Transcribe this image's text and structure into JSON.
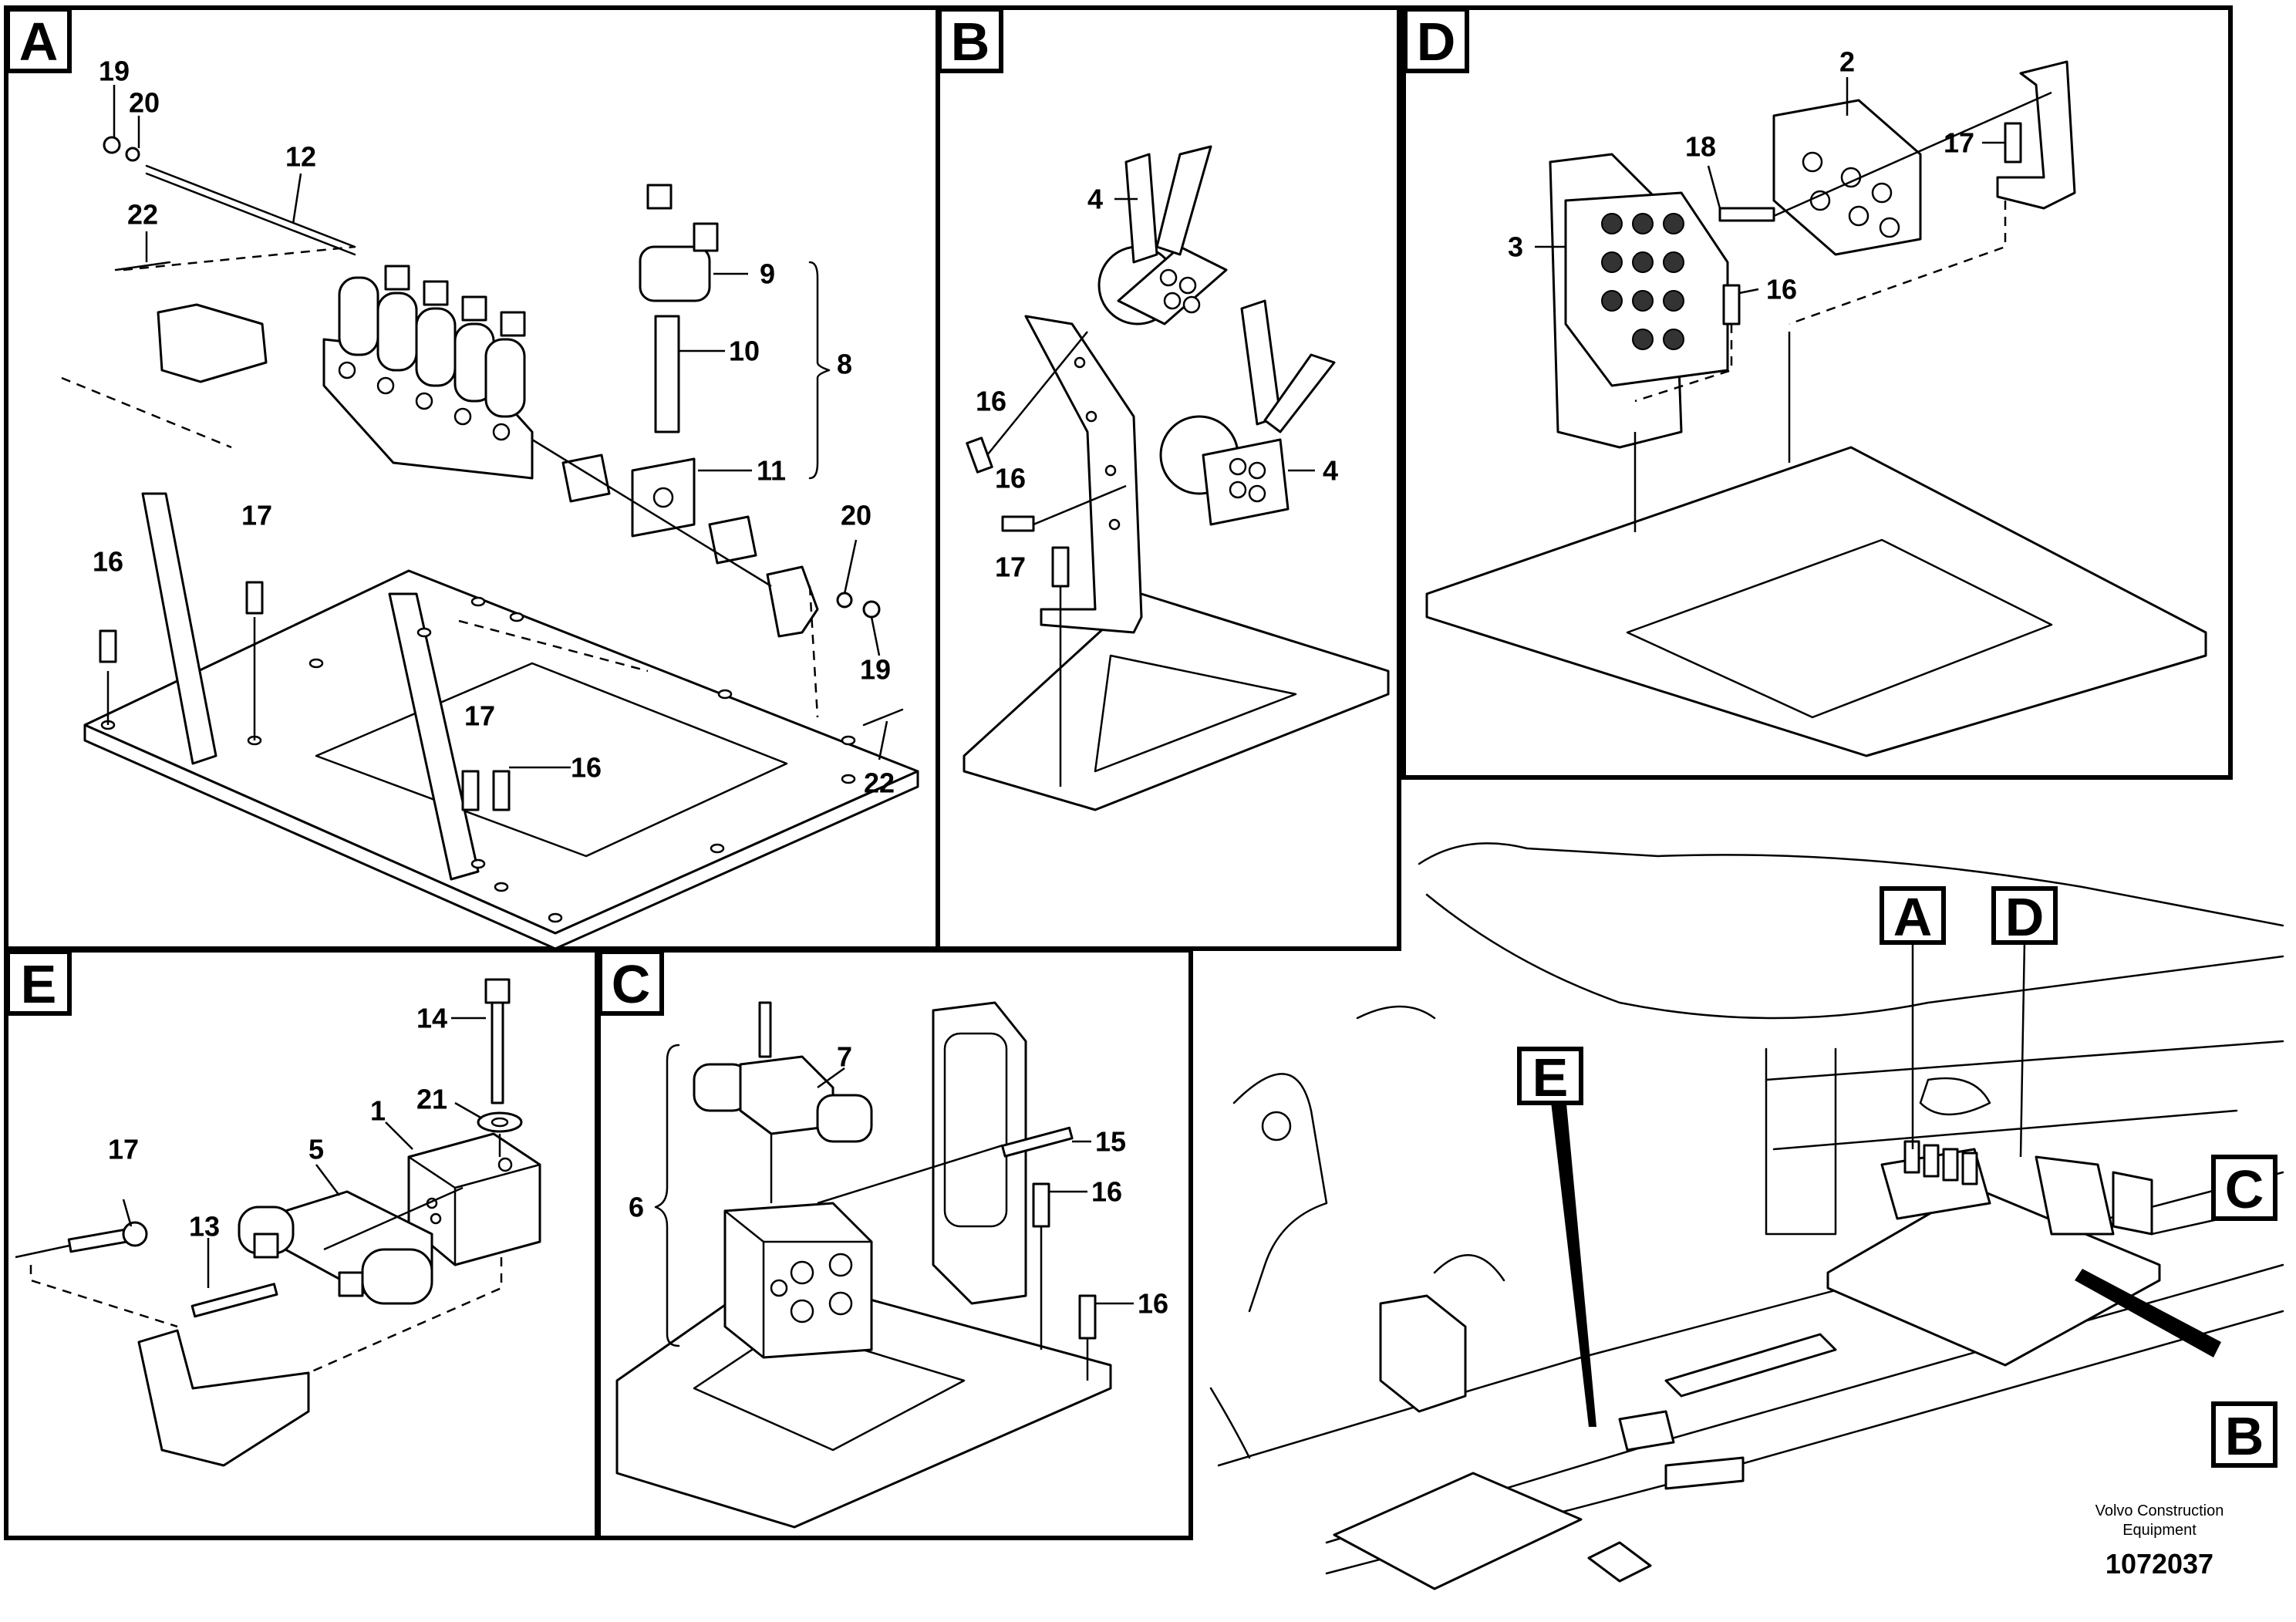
{
  "panels": {
    "A": {
      "label": "A",
      "callouts": [
        "19",
        "20",
        "12",
        "22",
        "9",
        "10",
        "8",
        "11",
        "17",
        "16",
        "20",
        "19",
        "17",
        "16",
        "22"
      ]
    },
    "B": {
      "label": "B",
      "callouts": [
        "4",
        "16",
        "16",
        "17",
        "4"
      ]
    },
    "D": {
      "label": "D",
      "callouts": [
        "2",
        "18",
        "17",
        "3",
        "16"
      ]
    },
    "E": {
      "label": "E",
      "callouts": [
        "14",
        "21",
        "1",
        "17",
        "5",
        "13"
      ]
    },
    "C": {
      "label": "C",
      "callouts": [
        "7",
        "15",
        "16",
        "6",
        "16"
      ]
    }
  },
  "overview": {
    "markers": [
      "A",
      "D",
      "E",
      "C",
      "B"
    ]
  },
  "footer": {
    "company_line1": "Volvo Construction",
    "company_line2": "Equipment",
    "drawing_number": "1072037"
  }
}
